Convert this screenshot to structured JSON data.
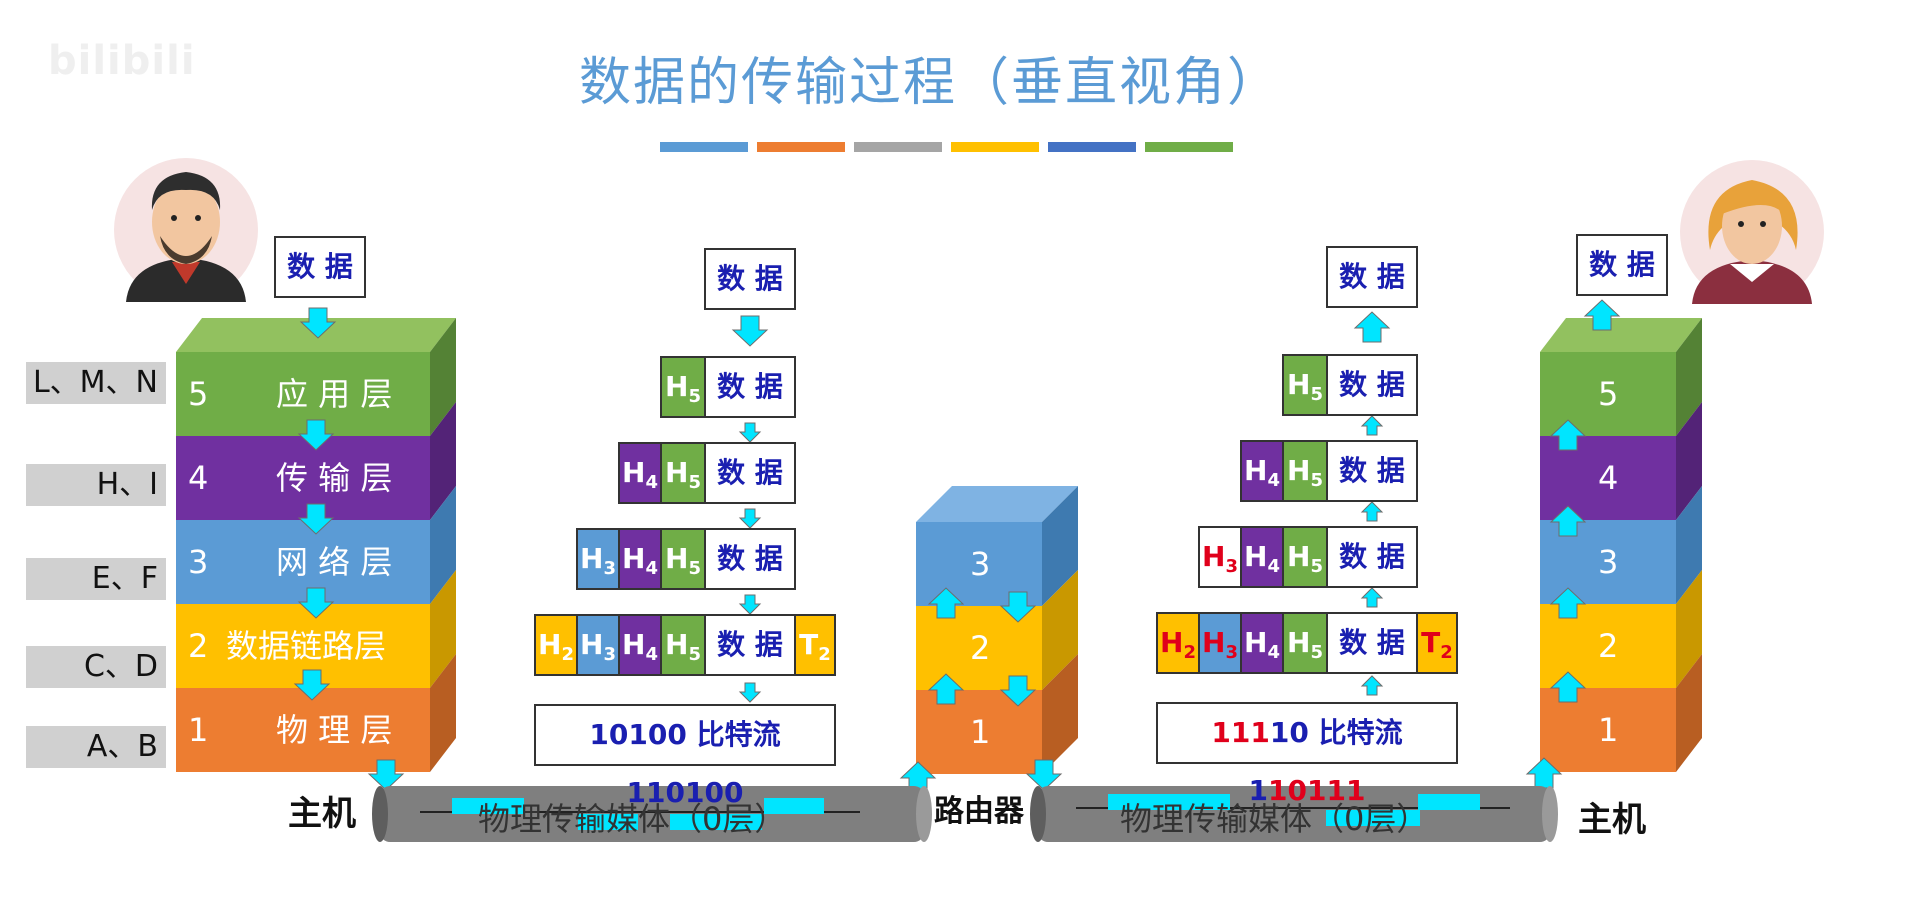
{
  "title": "数据的传输过程（垂直视角）",
  "watermark": "bilibili",
  "colors": {
    "title": "#5b9bd5",
    "app_layer": "#70ad47",
    "transport_layer": "#7030a0",
    "network_layer": "#5b9bd5",
    "datalink_layer": "#ffc000",
    "physical_layer": "#ed7d31",
    "arrow": "#00e5ff",
    "data_text": "#1a1fb0",
    "red_text": "#e0001b",
    "pipe": "#7f7f7f"
  },
  "color_bar": [
    "#5b9bd5",
    "#ed7d31",
    "#a5a5a5",
    "#ffc000",
    "#4472c4",
    "#70ad47"
  ],
  "left_host": {
    "data_label": "数 据",
    "side_labels": [
      "L、M、N",
      "H、I",
      "E、F",
      "C、D",
      "A、B"
    ],
    "layers": [
      {
        "num": "5",
        "name": "应 用 层"
      },
      {
        "num": "4",
        "name": "传 输 层"
      },
      {
        "num": "3",
        "name": "网 络 层"
      },
      {
        "num": "2",
        "name": "数据链路层"
      },
      {
        "num": "1",
        "name": "物 理 层"
      }
    ],
    "host_label": "主机"
  },
  "encap_left": {
    "data_top": "数 据",
    "data": "数 据",
    "H5": "H",
    "H5_sub": "5",
    "H4": "H",
    "H4_sub": "4",
    "H3": "H",
    "H3_sub": "3",
    "H2": "H",
    "H2_sub": "2",
    "T2": "T",
    "T2_sub": "2",
    "bits": {
      "left": "10100",
      "mid": "比特流",
      "right": "110100"
    }
  },
  "router": {
    "layers": [
      "3",
      "2",
      "1"
    ],
    "label": "路由器"
  },
  "encap_right": {
    "data_top": "数 据",
    "data": "数 据",
    "H5": "H",
    "H5_sub": "5",
    "H4": "H",
    "H4_sub": "4",
    "H3": "H",
    "H3_sub": "3",
    "H2": "H",
    "H2_sub": "2",
    "T2": "T",
    "T2_sub": "2",
    "bits": {
      "left_red": "111",
      "left_dark": "10",
      "mid": "比特流",
      "right_dark": "1",
      "right_red": "10111"
    }
  },
  "right_host": {
    "data_label": "数 据",
    "layers": [
      "5",
      "4",
      "3",
      "2",
      "1"
    ],
    "host_label": "主机"
  },
  "pipes": {
    "left_text": "物理传输媒体（0层）",
    "right_text": "物理传输媒体（0层）"
  },
  "avatar_left": "man-avatar",
  "avatar_right": "woman-avatar"
}
